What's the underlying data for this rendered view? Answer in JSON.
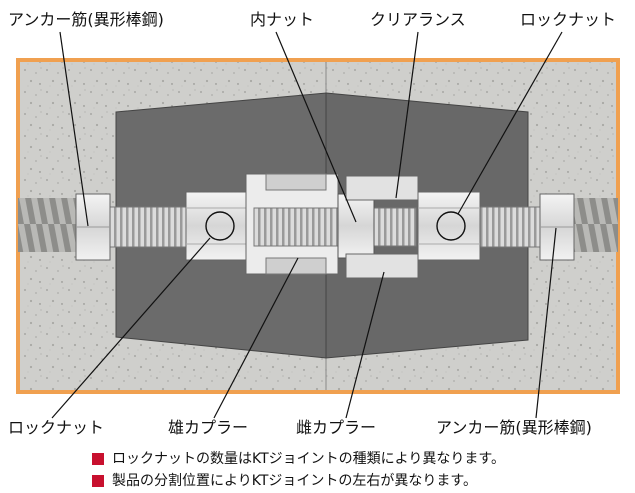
{
  "labels": {
    "top_left": "アンカー筋(異形棒鋼)",
    "top_inner_nut": "内ナット",
    "top_clearance": "クリアランス",
    "top_lock_nut": "ロックナット",
    "bottom_lock_nut": "ロックナット",
    "bottom_male_coupler": "雄カプラー",
    "bottom_female_coupler": "雌カプラー",
    "bottom_right": "アンカー筋(異形棒鋼)"
  },
  "notes": [
    "ロックナットの数量はKTジョイントの種類により異なります。",
    "製品の分割位置によりKTジョイントの左右が異なります。"
  ],
  "colors": {
    "frame_border": "#f0a050",
    "concrete": "#cfcfcc",
    "plate": "#6b6b6b",
    "steel_light": "#e6e6e6",
    "bullet": "#c8102e"
  }
}
